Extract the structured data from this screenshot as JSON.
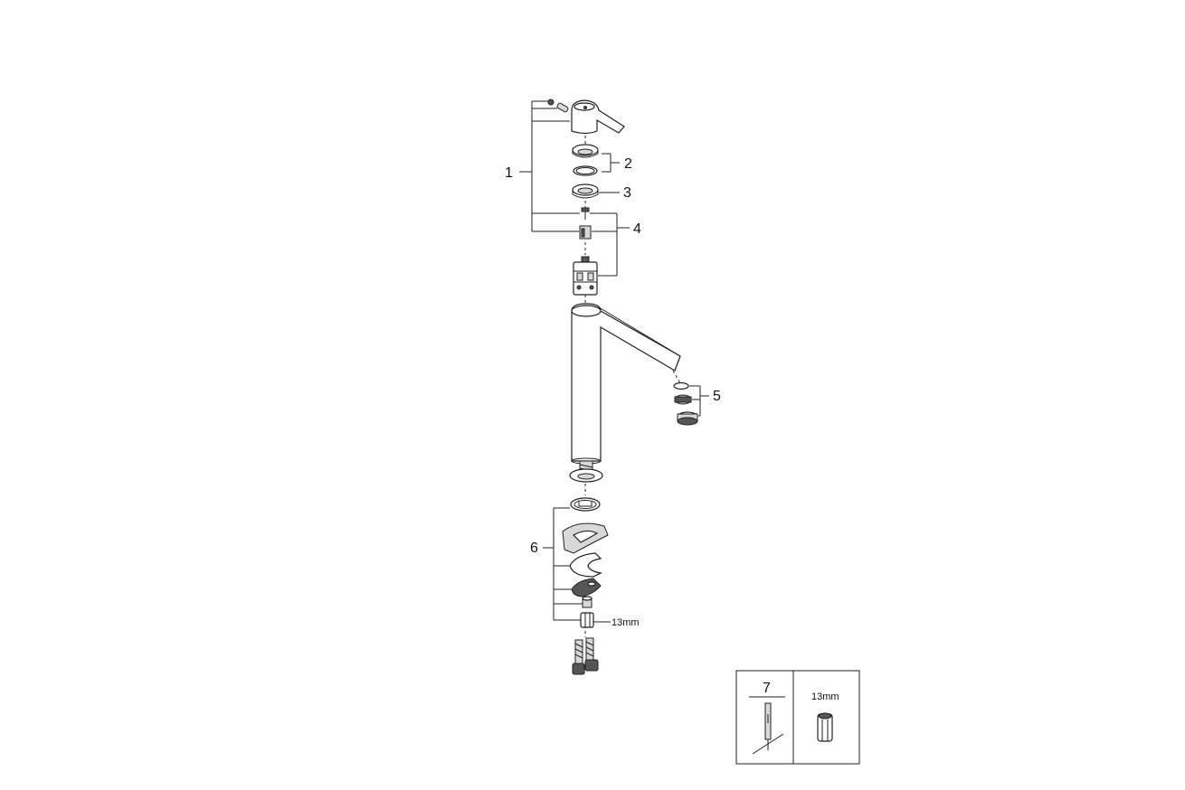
{
  "callouts": {
    "c1": "1",
    "c2": "2",
    "c3": "3",
    "c4": "4",
    "c5": "5",
    "c6": "6",
    "c7": "7"
  },
  "wrench_size_main": "13mm",
  "wrench_size_box": "13mm"
}
